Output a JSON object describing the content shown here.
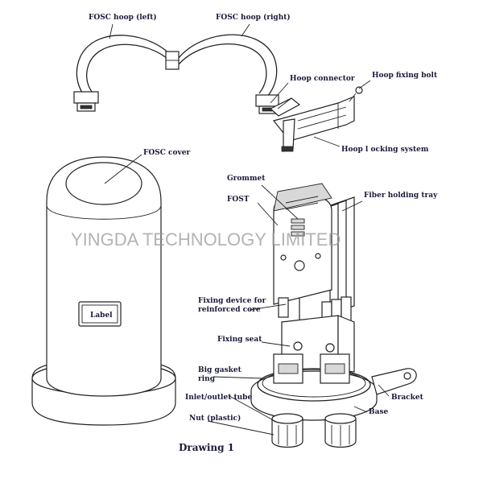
{
  "labels": {
    "fosc_hoop_left": "FOSC hoop (left)",
    "fosc_hoop_right": "FOSC hoop (right)",
    "hoop_connector": "Hoop connector",
    "hoop_fixing_bolt": "Hoop fixing bolt",
    "hoop_locking_system": "Hoop l ocking system",
    "fosc_cover": "FOSC cover",
    "grommet": "Grommet",
    "fost": "FOST",
    "fiber_holding_tray": "Fiber holding tray",
    "fixing_device_line1": "Fixing device for",
    "fixing_device_line2": "reinforced core",
    "fixing_seat": "Fixing seat",
    "big_gasket_line1": "Big gasket",
    "big_gasket_line2": "ring",
    "inlet_outlet_tube": "Inlet/outlet tube",
    "nut_plastic": "Nut (plastic)",
    "bracket": "Bracket",
    "base": "Base",
    "cover_label": "Label"
  },
  "caption": "Drawing  1",
  "watermark": "YINGDA TECHNOLOGY LIMITED"
}
